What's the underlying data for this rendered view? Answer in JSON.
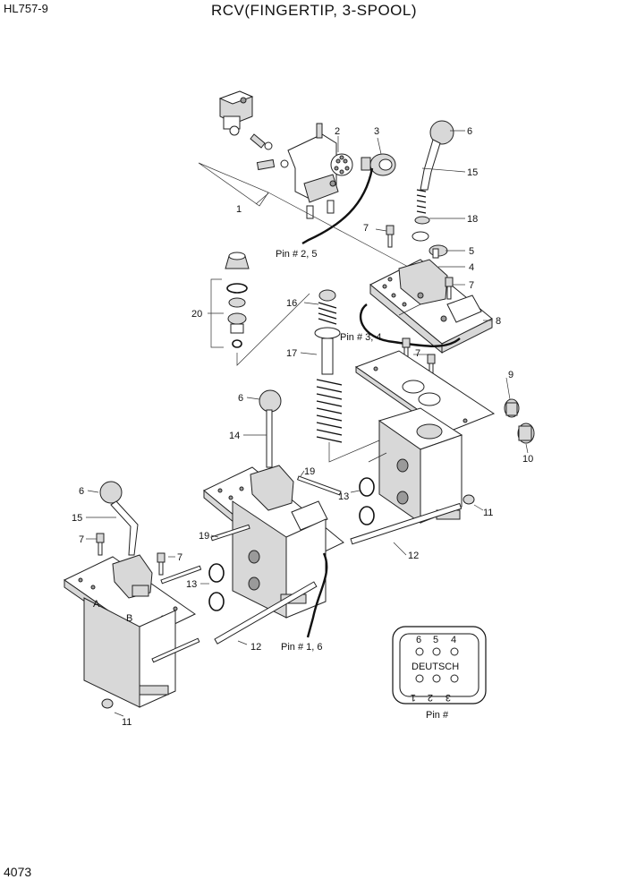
{
  "header": {
    "model": "HL757-9",
    "title": "RCV(FINGERTIP, 3-SPOOL)"
  },
  "footer": {
    "page_number": "4073"
  },
  "callouts": {
    "c1": "1",
    "c2": "2",
    "c3": "3",
    "c4": "4",
    "c5": "5",
    "c6": "6",
    "c7": "7",
    "c8": "8",
    "c9": "9",
    "c10": "10",
    "c11": "11",
    "c12": "12",
    "c13": "13",
    "c14": "14",
    "c15": "15",
    "c16": "16",
    "c17": "17",
    "c18": "18",
    "c19": "19",
    "c20": "20"
  },
  "pin_labels": {
    "pin25": "Pin # 2, 5",
    "pin34": "Pin # 3, 4",
    "pin16": "Pin # 1, 6",
    "pin_caption": "Pin #"
  },
  "connector": {
    "name": "DEUTSCH",
    "top_pins": [
      "6",
      "5",
      "4"
    ],
    "bottom_pins": [
      "1",
      "2",
      "3"
    ]
  },
  "colors": {
    "line": "#222222",
    "fill": "#d8d8d8",
    "cable": "#111111"
  }
}
